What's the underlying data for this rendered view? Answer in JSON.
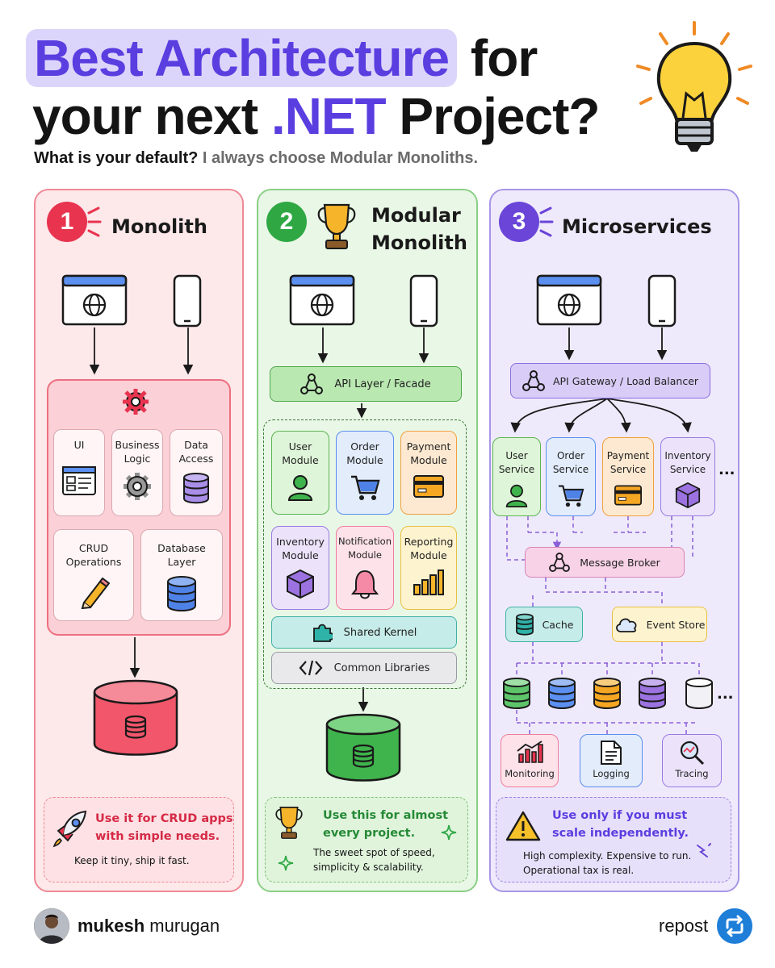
{
  "header": {
    "title_highlight": "Best Architecture",
    "title_rest1": " for",
    "title_line2_a": "your next ",
    "title_line2_net": ".NET",
    "title_line2_b": " Project?",
    "subtitle_bold": "What is your default?",
    "subtitle_muted": " I always choose Modular Monoliths."
  },
  "colors": {
    "red": "#e8344f",
    "green": "#2fa844",
    "purple": "#6a45d8",
    "accent": "#5b3ee0"
  },
  "monolith": {
    "number": "1",
    "title": "Monolith",
    "modules": {
      "ui": "UI",
      "business": "Business\nLogic",
      "data": "Data\nAccess",
      "crud": "CRUD\nOperations",
      "dblayer": "Database\nLayer"
    },
    "note_strong": "Use it for CRUD apps\nwith simple needs.",
    "note_small": "Keep it tiny, ship it fast."
  },
  "modular": {
    "number": "2",
    "title": "Modular\nMonolith",
    "api": "API Layer / Facade",
    "modules": [
      "User\nModule",
      "Order\nModule",
      "Payment\nModule",
      "Inventory\nModule",
      "Notification\nModule",
      "Reporting\nModule"
    ],
    "shared": "Shared Kernel",
    "common": "Common Libraries",
    "note_strong": "Use this for almost\nevery project.",
    "note_small": "The sweet spot of speed,\nsimplicity & scalability."
  },
  "micro": {
    "number": "3",
    "title": "Microservices",
    "gateway": "API Gateway / Load Balancer",
    "services": [
      "User\nService",
      "Order\nService",
      "Payment\nService",
      "Inventory\nService"
    ],
    "more": "...",
    "broker": "Message Broker",
    "cache": "Cache",
    "event_store": "Event Store",
    "ops": [
      "Monitoring",
      "Logging",
      "Tracing"
    ],
    "note_strong": "Use only if you must\nscale independently.",
    "note_small": "High complexity. Expensive to run.\nOperational tax is real."
  },
  "footer": {
    "first": "mukesh",
    "last": " murugan",
    "repost": "repost"
  }
}
